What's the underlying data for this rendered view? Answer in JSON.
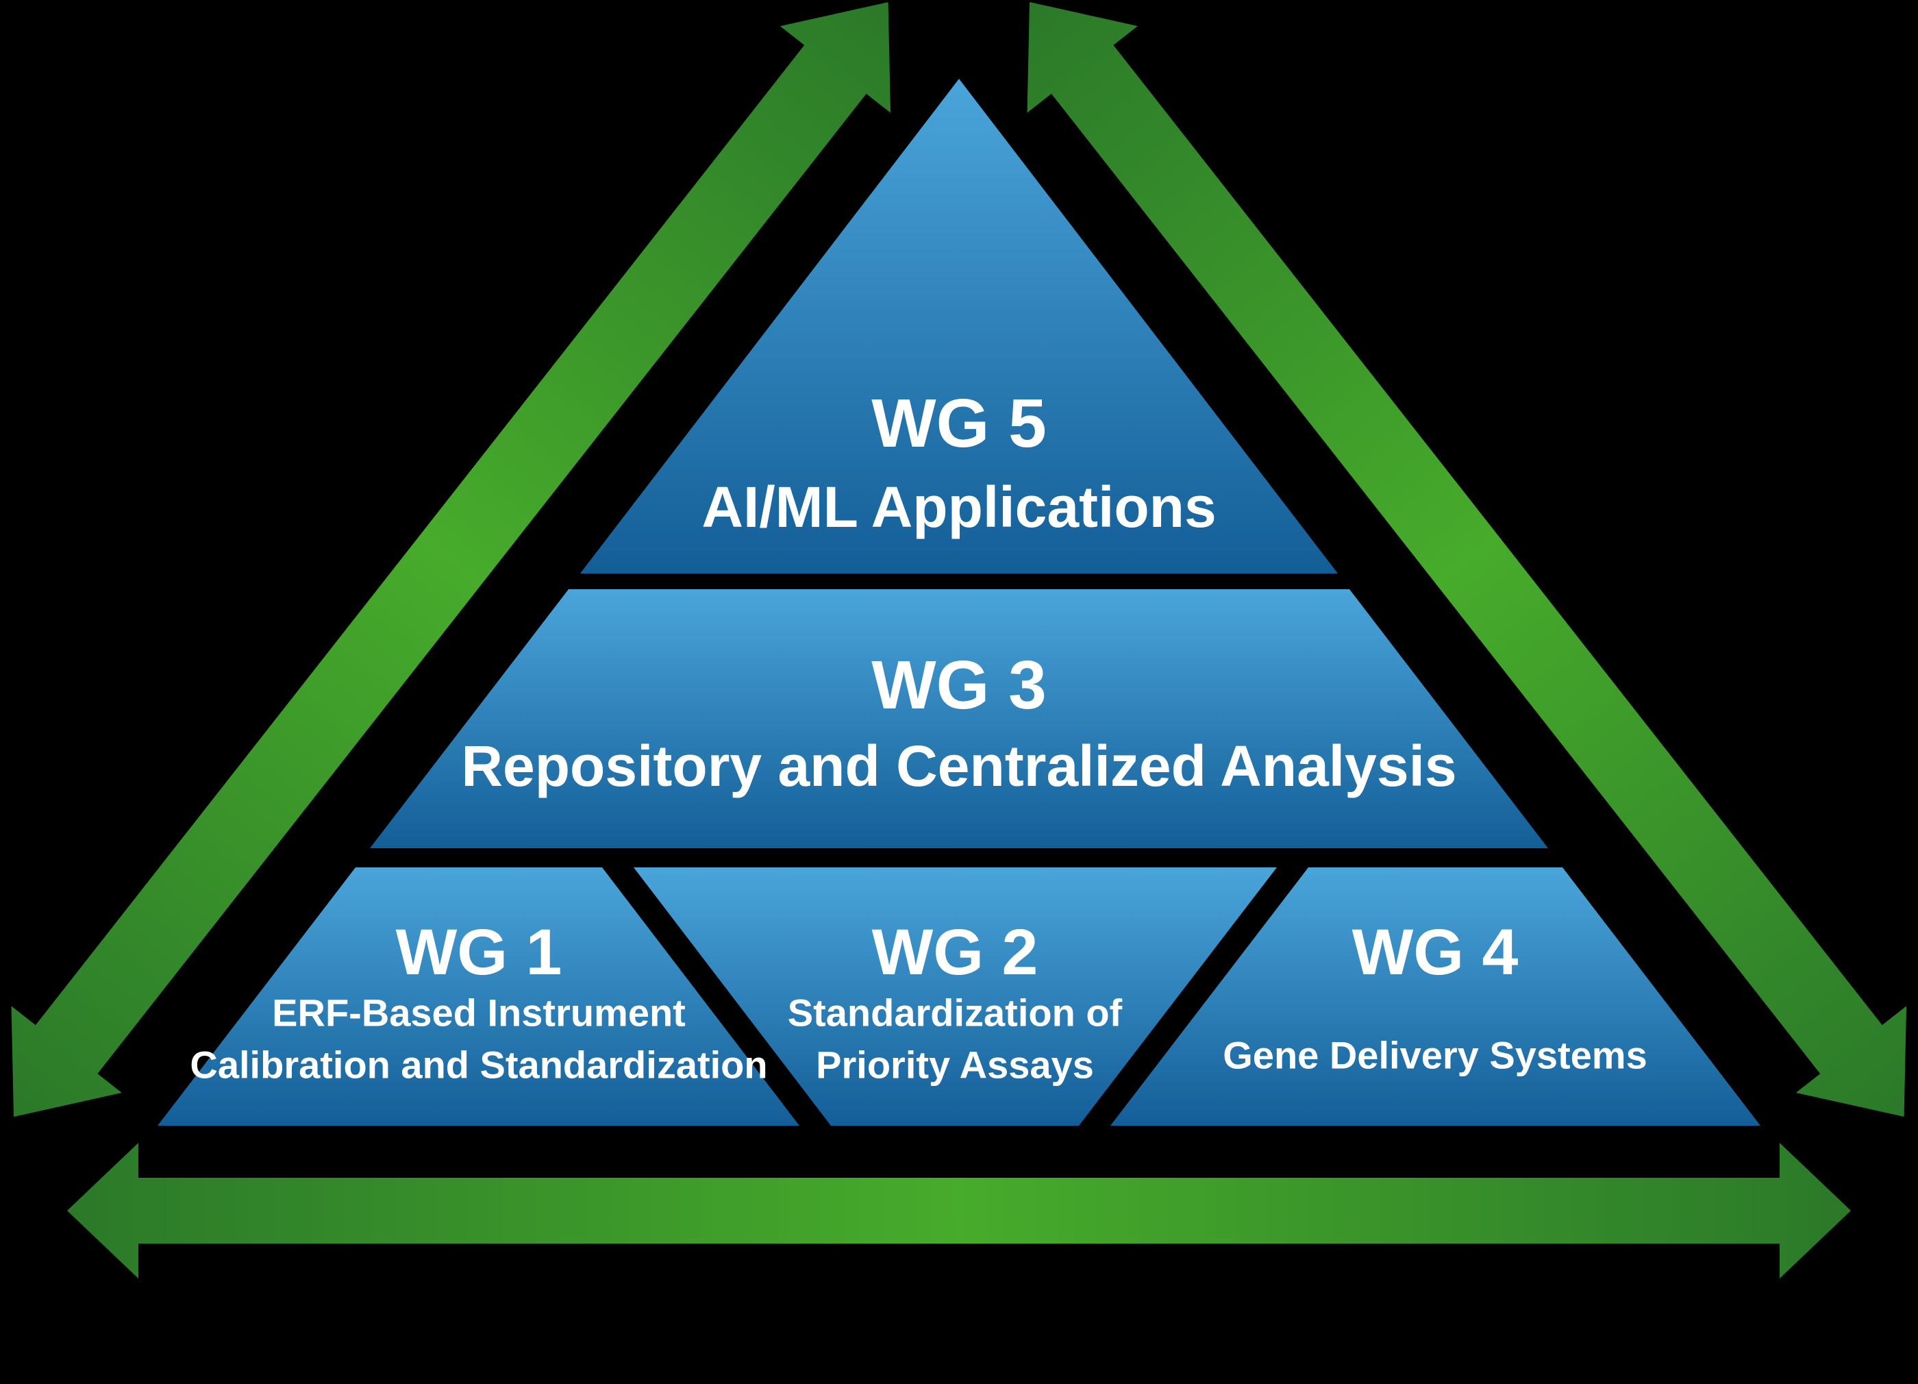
{
  "colors": {
    "background": "#000000",
    "tier_blue_top": "#4AA5DA",
    "tier_blue_bottom": "#145E98",
    "arrow_green_bright": "#47AB2B",
    "arrow_green_dark": "#2B7929",
    "text": "#FFFFFF"
  },
  "pyramid": {
    "tiers": [
      {
        "id": "wg5",
        "title": "WG 5",
        "lines": [
          "AI/ML Applications"
        ]
      },
      {
        "id": "wg3",
        "title": "WG 3",
        "lines": [
          "Repository and Centralized Analysis"
        ]
      },
      {
        "id": "wg1",
        "title": "WG 1",
        "lines": [
          "ERF-Based Instrument",
          "Calibration and Standardization"
        ]
      },
      {
        "id": "wg2",
        "title": "WG 2",
        "lines": [
          "Standardization of",
          "Priority Assays"
        ]
      },
      {
        "id": "wg4",
        "title": "WG 4",
        "lines": [
          "Gene Delivery Systems"
        ]
      }
    ]
  },
  "arrows": {
    "left": "left-diagonal-double-arrow",
    "right": "right-diagonal-double-arrow",
    "bottom": "bottom-horizontal-double-arrow"
  }
}
